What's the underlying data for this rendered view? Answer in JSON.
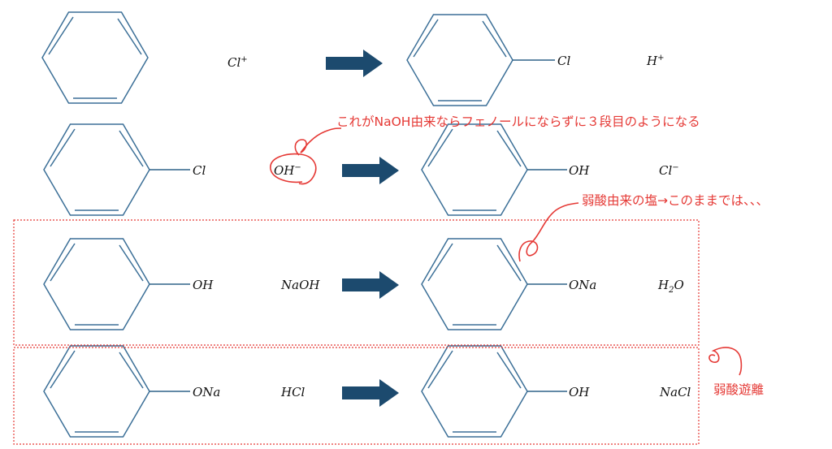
{
  "rows": [
    {
      "left_substituent": "",
      "reagent": "Cl",
      "reagent_sup": "+",
      "product_substituent": "Cl",
      "byproduct": "H",
      "byproduct_sup": "+"
    },
    {
      "left_substituent": "Cl",
      "reagent": "OH",
      "reagent_sup": "−",
      "product_substituent": "OH",
      "byproduct": "Cl",
      "byproduct_sup": "−"
    },
    {
      "left_substituent": "OH",
      "reagent": "NaOH",
      "product_substituent": "ONa",
      "byproduct_main": "H",
      "byproduct_sub": "2",
      "byproduct_tail": "O"
    },
    {
      "left_substituent": "ONa",
      "reagent": "HCl",
      "product_substituent": "OH",
      "byproduct": "NaCl"
    }
  ],
  "annotations": {
    "naoh_note": "これがNaOH由来ならフェノールにならずに３段目のようになる",
    "salt_note": "弱酸由来の塩→このままでは、、、",
    "displacement_note": "弱酸遊離"
  },
  "colors": {
    "ring": "#3b6f97",
    "arrow": "#1c4a6e",
    "annotation": "#e53935"
  }
}
